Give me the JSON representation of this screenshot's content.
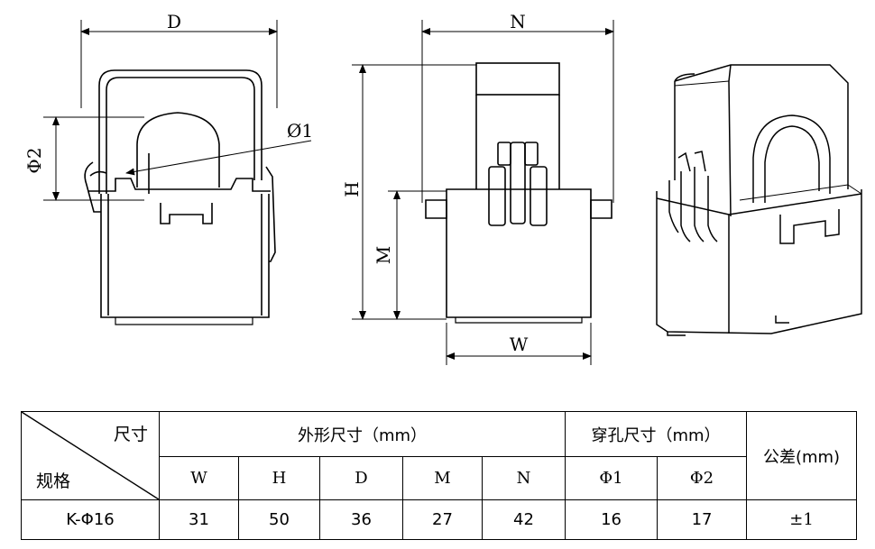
{
  "labels": {
    "d": "D",
    "n": "N",
    "h": "H",
    "m": "M",
    "w": "W",
    "phi1": "Ø1",
    "phi2": "Φ2"
  },
  "table": {
    "corner_top": "尺寸",
    "corner_bottom": "规格",
    "group_outer": "外形尺寸（mm）",
    "group_hole": "穿孔尺寸（mm）",
    "tolerance_header": "公差(mm)",
    "columns": [
      "W",
      "H",
      "D",
      "M",
      "N",
      "Φ1",
      "Φ2"
    ],
    "row": {
      "model": "K-Φ16",
      "values": [
        "31",
        "50",
        "36",
        "27",
        "42",
        "16",
        "17"
      ],
      "tolerance": "±1"
    }
  }
}
